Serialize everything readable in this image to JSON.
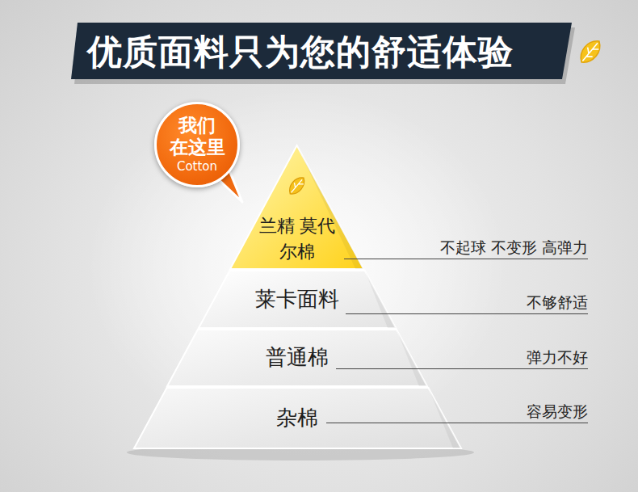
{
  "diagram": {
    "title": "优质面料只为您的舒适体验",
    "nodes": [
      {
        "text": [
          "我们 在这里",
          "Cotton"
        ]
      },
      {
        "text": [
          "兰精 莫代尔棉"
        ]
      },
      {
        "text": [
          "莱卡面料"
        ]
      },
      {
        "text": [
          "普通棉"
        ]
      },
      {
        "text": [
          "杂棉"
        ]
      }
    ],
    "labels": [
      "不起球 不变形 高弹力",
      "不够舒适",
      "弹力不好",
      "容易变形"
    ]
  }
}
